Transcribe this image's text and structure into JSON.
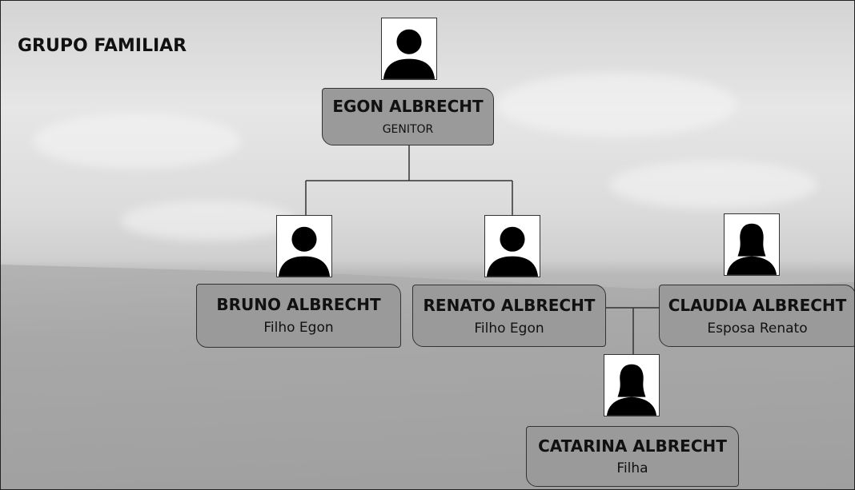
{
  "title": "GRUPO FAMILIAR",
  "members": {
    "egon": {
      "name": "EGON ALBRECHT",
      "role": "GENITOR",
      "photo_icon": "male-silhouette-icon"
    },
    "bruno": {
      "name": "BRUNO ALBRECHT",
      "role": "Filho Egon",
      "photo_icon": "male-silhouette-icon"
    },
    "renato": {
      "name": "RENATO ALBRECHT",
      "role": "Filho Egon",
      "photo_icon": "male-silhouette-icon"
    },
    "claudia": {
      "name": "CLAUDIA ALBRECHT",
      "role": "Esposa Renato",
      "photo_icon": "female-silhouette-icon"
    },
    "catarina": {
      "name": "CATARINA ALBRECHT",
      "role": "Filha",
      "photo_icon": "female-silhouette-icon"
    }
  },
  "colors": {
    "node_fill": "#9a9a9a",
    "border": "#333333",
    "silhouette": "#000000"
  }
}
